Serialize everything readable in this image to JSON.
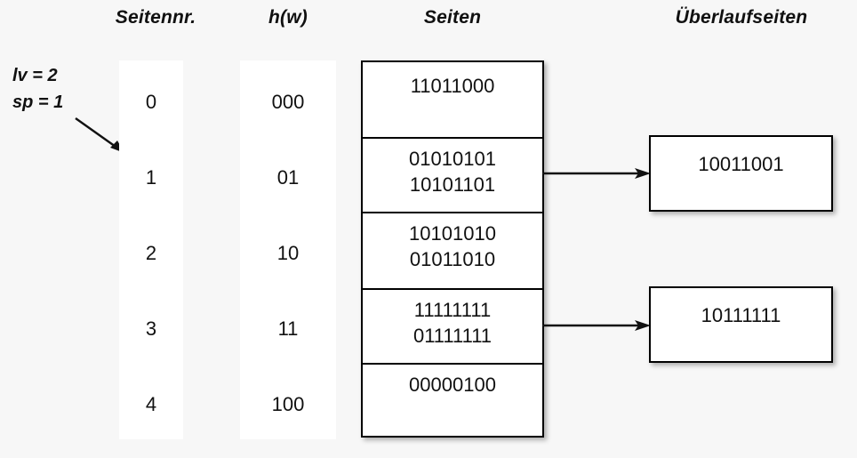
{
  "headers": {
    "seitennr": "Seitennr.",
    "hw": "h(w)",
    "seiten": "Seiten",
    "ueberlaufseiten": "Überlaufseiten"
  },
  "params": {
    "lv": "lv = 2",
    "sp": "sp = 1"
  },
  "colors": {
    "background": "#f7f7f7",
    "box_fill": "#ffffff",
    "stroke": "#000000",
    "text": "#111111"
  },
  "rows": [
    {
      "seitennr": "0",
      "hw": "000",
      "records": [
        "11011000"
      ]
    },
    {
      "seitennr": "1",
      "hw": "01",
      "records": [
        "01010101",
        "10101101"
      ]
    },
    {
      "seitennr": "2",
      "hw": "10",
      "records": [
        "10101010",
        "01011010"
      ]
    },
    {
      "seitennr": "3",
      "hw": "11",
      "records": [
        "11111111",
        "01111111"
      ]
    },
    {
      "seitennr": "4",
      "hw": "100",
      "records": [
        "00000100"
      ]
    }
  ],
  "overflow_pages": [
    {
      "from_row": "1",
      "records": [
        "10011001"
      ]
    },
    {
      "from_row": "3",
      "records": [
        "10111111"
      ]
    }
  ],
  "icons": {
    "sp_pointer": "diagonal-arrow-icon",
    "connector": "right-arrow-icon"
  }
}
